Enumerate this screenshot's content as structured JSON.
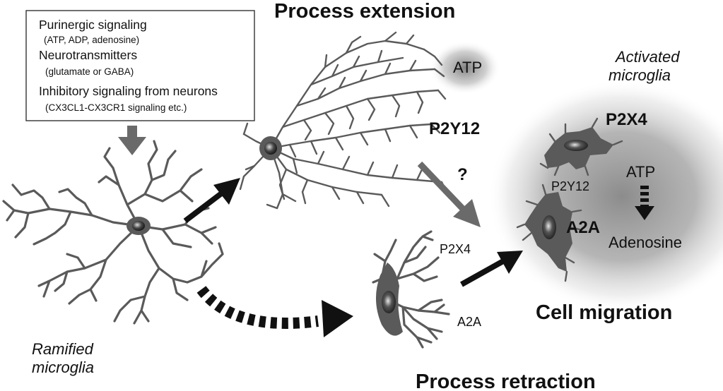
{
  "titles": {
    "process_extension": "Process extension",
    "process_retraction": "Process retraction",
    "cell_migration": "Cell migration"
  },
  "info_box": {
    "line1": "Purinergic signaling",
    "line1_sub": "(ATP, ADP, adenosine)",
    "line2": "Neurotransmitters",
    "line2_sub": "(glutamate or GABA)",
    "line3": "Inhibitory signaling from neurons",
    "line3_sub": "(CX3CL1-CX3CR1 signaling etc.)"
  },
  "labels": {
    "ramified_line1": "Ramified",
    "ramified_line2": "microglia",
    "activated_line1": "Activated",
    "activated_line2": "microglia",
    "atp_extension": "ATP",
    "p2y12_extension": "P2Y12",
    "question": "?",
    "p2x4_retraction": "P2X4",
    "a2a_retraction": "A2A",
    "p2x4_activated": "P2X4",
    "p2y12_activated": "P2Y12",
    "a2a_activated": "A2A",
    "atp_activated": "ATP",
    "adenosine": "Adenosine"
  },
  "colors": {
    "cell_fill": "#5a5a5a",
    "arrow_black": "#111111",
    "arrow_gray": "#6a6a6a",
    "halo": "#8a8a8a"
  }
}
